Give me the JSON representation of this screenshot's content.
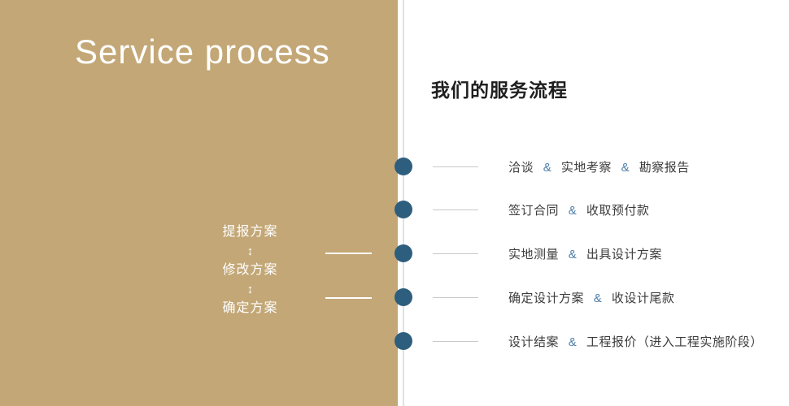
{
  "left_panel": {
    "title": "Service process",
    "flow": {
      "step_top": "提报方案",
      "arrow_top": "↕",
      "step_middle": "修改方案",
      "arrow_bottom": "↕",
      "step_bottom": "确定方案"
    }
  },
  "right_panel": {
    "title": "我们的服务流程",
    "steps": [
      {
        "parts": [
          "洽谈",
          "&",
          "实地考察",
          "&",
          "勘察报告"
        ]
      },
      {
        "parts": [
          "签订合同",
          "&",
          "收取预付款"
        ]
      },
      {
        "parts": [
          "实地测量",
          "&",
          "出具设计方案"
        ]
      },
      {
        "parts": [
          "确定设计方案",
          "&",
          "收设计尾款"
        ]
      },
      {
        "parts": [
          "设计结案",
          "&",
          "工程报价（进入工程实施阶段）"
        ]
      }
    ]
  },
  "colors": {
    "panel_gold": "#c3a776",
    "dot_navy": "#2e5e7d",
    "ampersand_blue": "#4d7ea8",
    "right_text": "#3c3c3c",
    "dash_gray": "#c9c9c9"
  }
}
